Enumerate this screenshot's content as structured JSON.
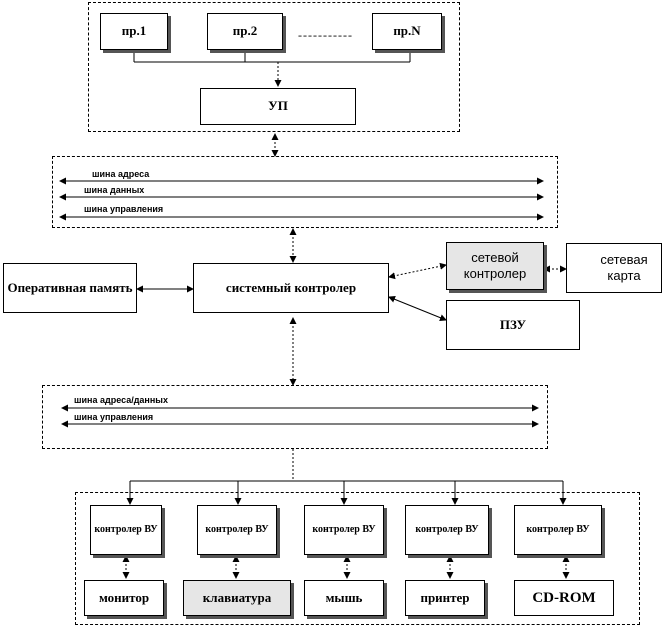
{
  "processors": {
    "p1": "пр.1",
    "p2": "пр.2",
    "pn": "пр.N",
    "dots": "-----------"
  },
  "up": "УП",
  "bus1": {
    "address": "шина адреса",
    "data": "шина данных",
    "control": "шина управления"
  },
  "ram": "Оперативная память",
  "sys_controller": "системный контролер",
  "net_controller": "сетевой контролер",
  "net_card": "сетевая карта",
  "rom": "ПЗУ",
  "bus2": {
    "address_data": "шина адреса/данных",
    "control": "шина управления"
  },
  "controllers": [
    "контролер ВУ",
    "контролер ВУ",
    "контролер ВУ",
    "контролер ВУ",
    "контролер ВУ"
  ],
  "devices": [
    "монитор",
    "клавиатура",
    "мышь",
    "принтер",
    "CD-ROM"
  ]
}
